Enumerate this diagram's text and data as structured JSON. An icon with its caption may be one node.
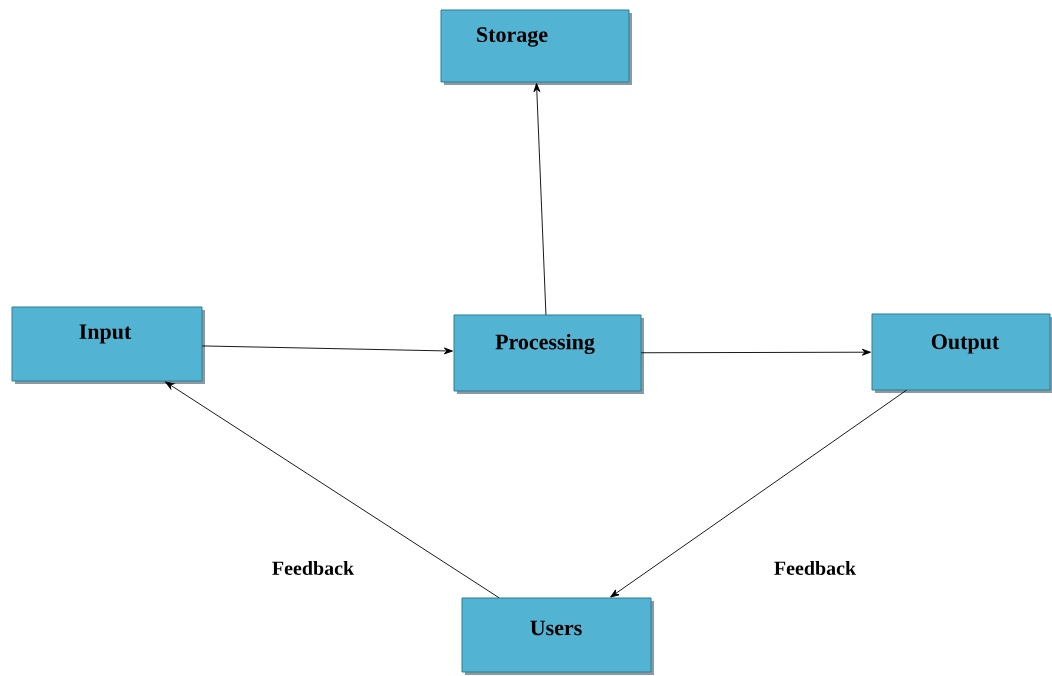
{
  "diagram": {
    "nodes": [
      {
        "text": [
          "Storage"
        ]
      },
      {
        "text": [
          "Input"
        ]
      },
      {
        "text": [
          "Processing"
        ]
      },
      {
        "text": [
          "Output"
        ]
      },
      {
        "text": [
          "Users"
        ]
      }
    ],
    "edges": [
      {
        "from": 1,
        "to": 2,
        "arrow": "to"
      },
      {
        "from": 2,
        "to": 0,
        "arrow": "to"
      },
      {
        "from": 2,
        "to": 3,
        "arrow": "to"
      },
      {
        "from": 3,
        "to": 4,
        "arrow": "to",
        "label": "Feedback"
      },
      {
        "from": 4,
        "to": 1,
        "arrow": "to",
        "label": "Feedback"
      }
    ]
  }
}
